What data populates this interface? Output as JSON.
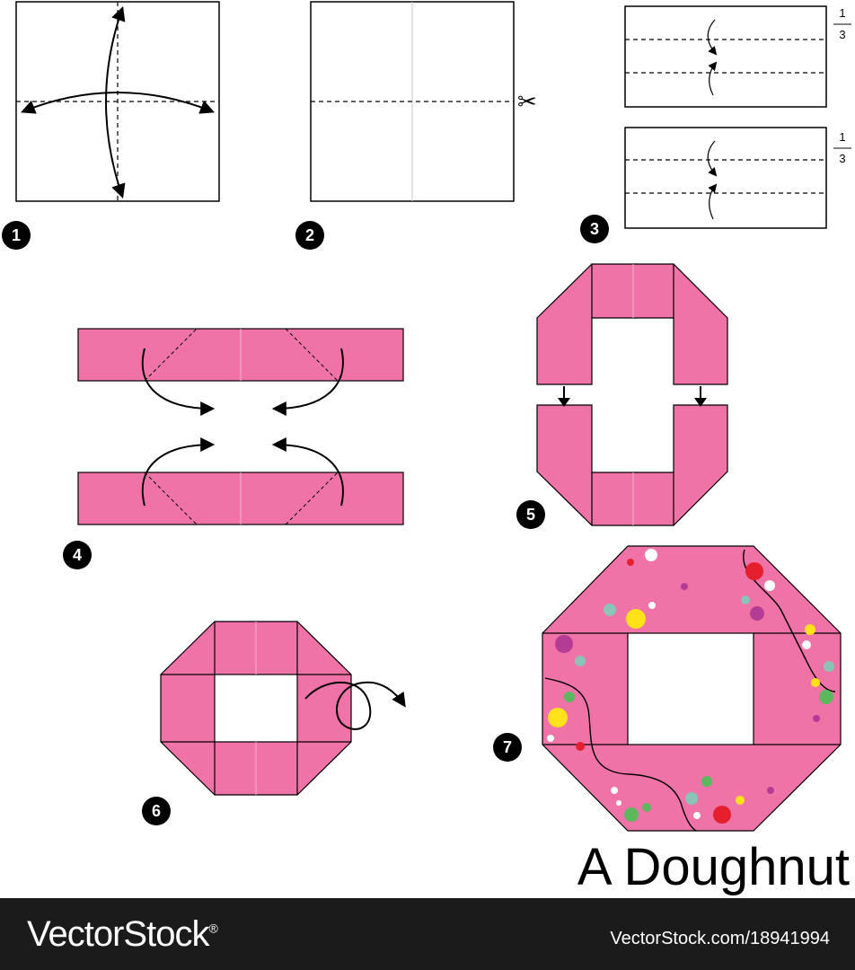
{
  "title": "A Doughnut",
  "steps": [
    "1",
    "2",
    "3",
    "4",
    "5",
    "6",
    "7"
  ],
  "fractions": {
    "numerator": "1",
    "denominator": "3"
  },
  "scissors": "✂",
  "colors": {
    "paper": "#ef73a6",
    "paper_edge": "#000000",
    "sprinkles": [
      "#ffffff",
      "#e5202e",
      "#ffe219",
      "#8bc3b6",
      "#b53c95",
      "#5cb85c"
    ]
  },
  "footer": {
    "brand": "VectorStock",
    "trademark": "®",
    "reference": "VectorStock.com/18941994"
  }
}
